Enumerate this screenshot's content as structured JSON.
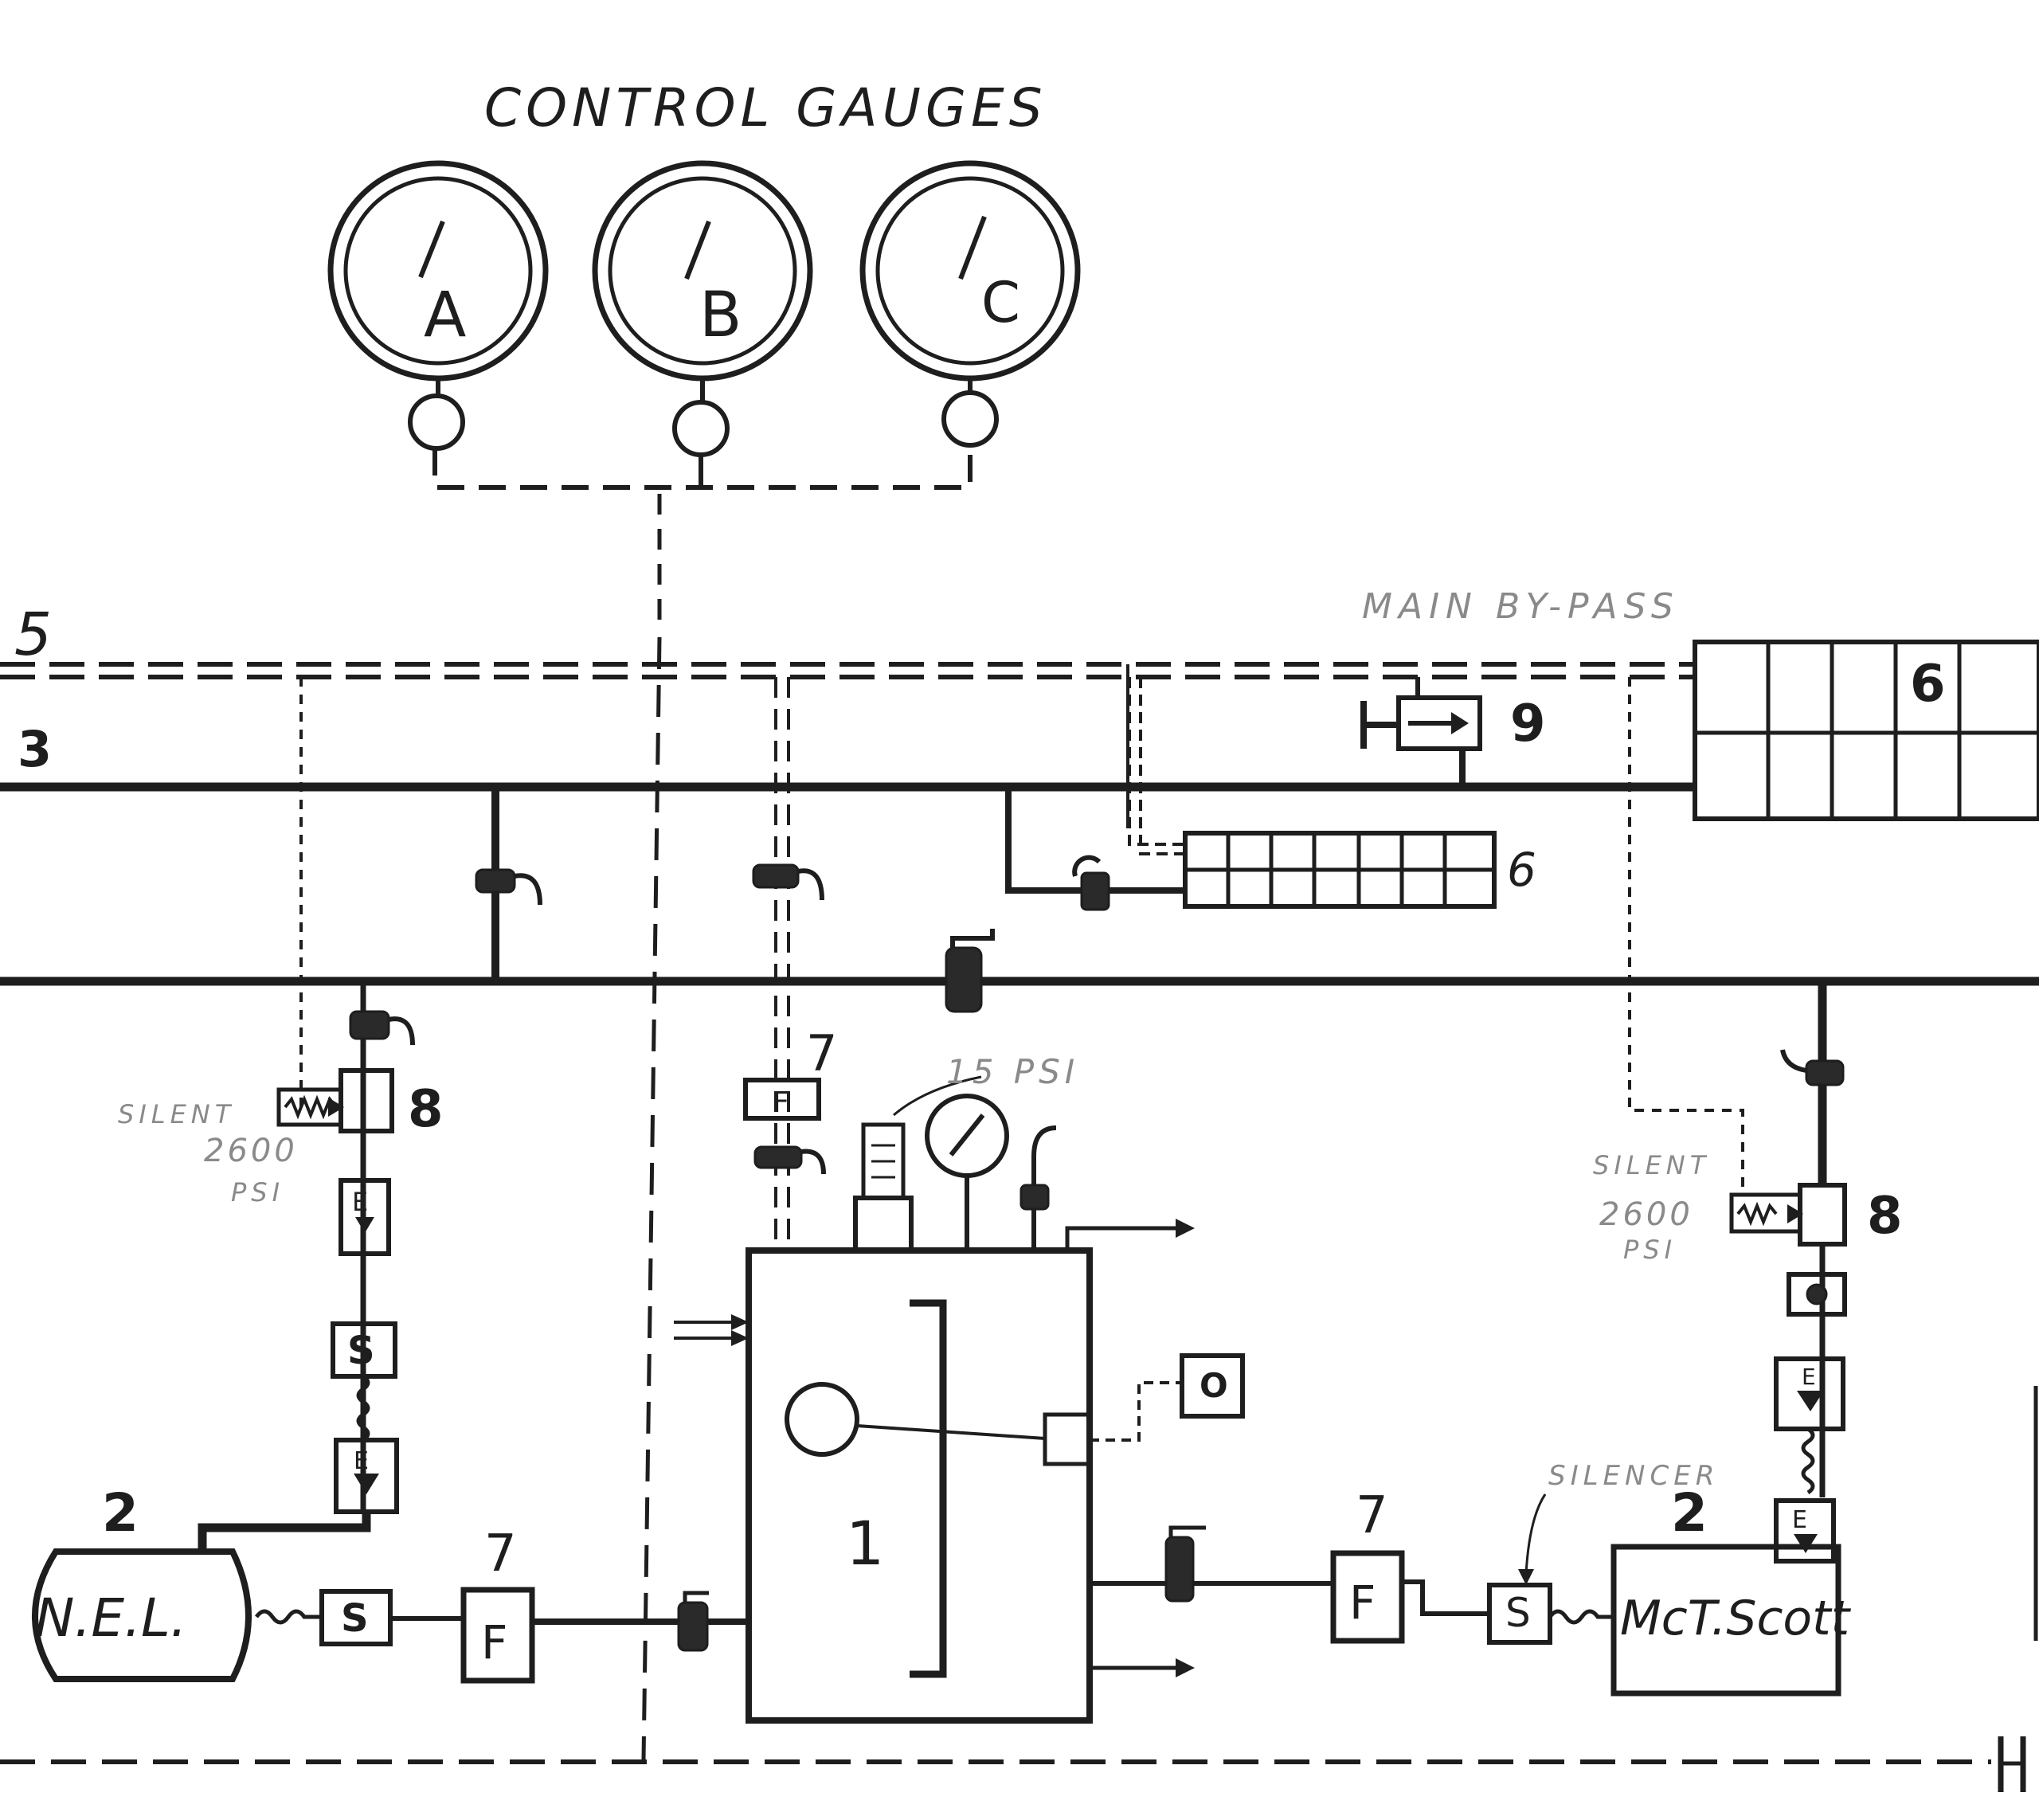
{
  "title": "CONTROL GAUGES",
  "gauges": [
    {
      "label": "A"
    },
    {
      "label": "B"
    },
    {
      "label": "C"
    }
  ],
  "line_labels": {
    "line5": "5",
    "line3": "3"
  },
  "annotations": {
    "main_bypass": "MAIN BY-PASS",
    "psi_15": "15 PSI",
    "silent_left": "SILENT",
    "silent_left_value": "2600",
    "silent_left_unit": "PSI",
    "silent_right": "SILENT",
    "silent_right_value": "2600",
    "silent_right_unit": "PSI",
    "silencer": "SILENCER"
  },
  "numbers": {
    "n1": "1",
    "n2_left": "2",
    "n2_right": "2",
    "n6_big": "6",
    "n6_small": "6",
    "n7_center": "7",
    "n7_left": "7",
    "n7_right": "7",
    "n8_left": "8",
    "n8_right": "8",
    "n9": "9"
  },
  "components": {
    "nel": "N.E.L.",
    "mct_scott": "McT.Scott",
    "s": "S",
    "f": "F",
    "e": "E",
    "o": "O"
  }
}
